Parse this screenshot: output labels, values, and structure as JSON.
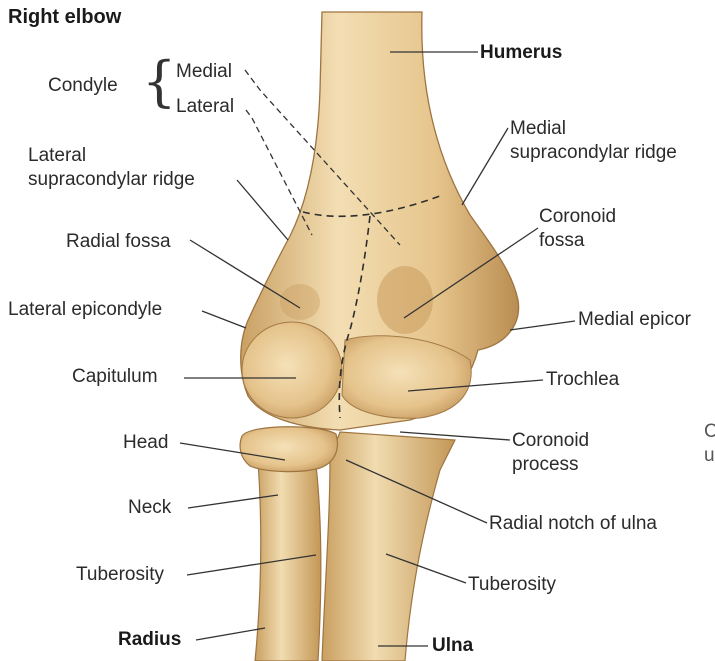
{
  "title": "Right elbow",
  "colors": {
    "bone_fill": "#e8c992",
    "bone_shadow": "#b58b4e",
    "bone_highlight": "#f6e3bd",
    "leader_line": "#333333"
  },
  "condyle": {
    "label": "Condyle",
    "medial": "Medial",
    "lateral": "Lateral"
  },
  "labels": {
    "humerus": "Humerus",
    "lateral_supracondylar_ridge": [
      "Lateral",
      "supracondylar ridge"
    ],
    "medial_supracondylar_ridge": [
      "Medial",
      "supracondylar ridge"
    ],
    "radial_fossa": "Radial fossa",
    "coronoid_fossa": [
      "Coronoid",
      "fossa"
    ],
    "lateral_epicondyle": "Lateral epicondyle",
    "medial_epicondyle": "Medial epicor",
    "capitulum": "Capitulum",
    "trochlea": "Trochlea",
    "head": "Head",
    "coronoid_process": [
      "Coronoid",
      "process"
    ],
    "neck": "Neck",
    "radial_notch_of_ulna": "Radial notch of ulna",
    "tuberosity_radius": "Tuberosity",
    "tuberosity_ulna": "Tuberosity",
    "radius": "Radius",
    "ulna": "Ulna",
    "edge_fragment": [
      "C",
      "u"
    ]
  }
}
